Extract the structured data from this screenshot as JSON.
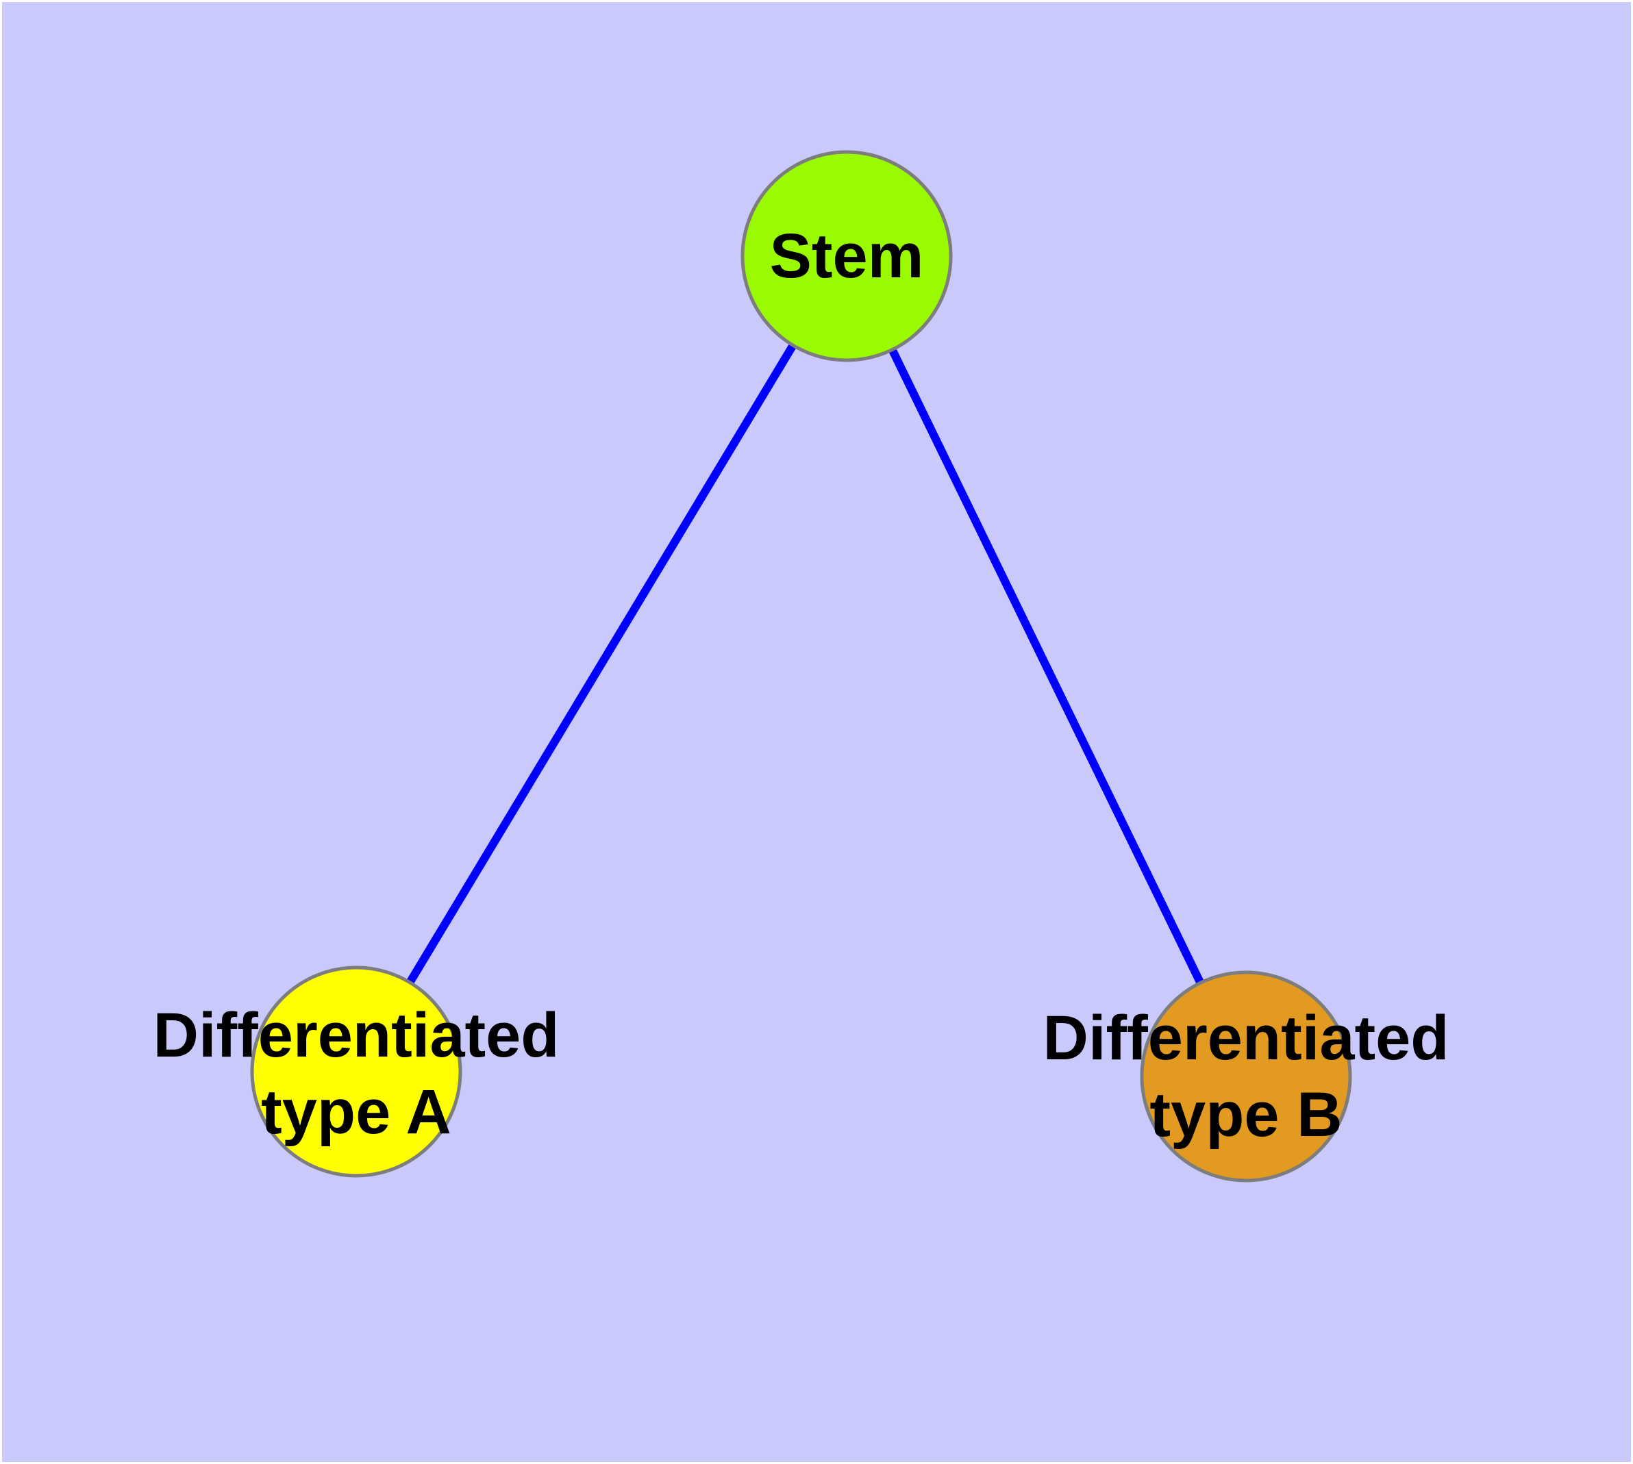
{
  "diagram": {
    "background_color": "#C9C9FB",
    "page_border_color": "#FFFFFF",
    "edge_color": "#0000FF",
    "node_border_color": "#7D7D7D",
    "label_text_color": "#000000",
    "nodes": {
      "stem": {
        "label": "Stem",
        "fill_color": "#9AFB00"
      },
      "type_a": {
        "label_line1": "Differentiated",
        "label_line2": "type A",
        "fill_color": "#FFFF00"
      },
      "type_b": {
        "label_line1": "Differentiated",
        "label_line2": "type B",
        "fill_color": "#E29A20"
      }
    },
    "edges": [
      {
        "from": "Stem",
        "to": "Differentiated type A"
      },
      {
        "from": "Stem",
        "to": "Differentiated type B"
      }
    ]
  }
}
